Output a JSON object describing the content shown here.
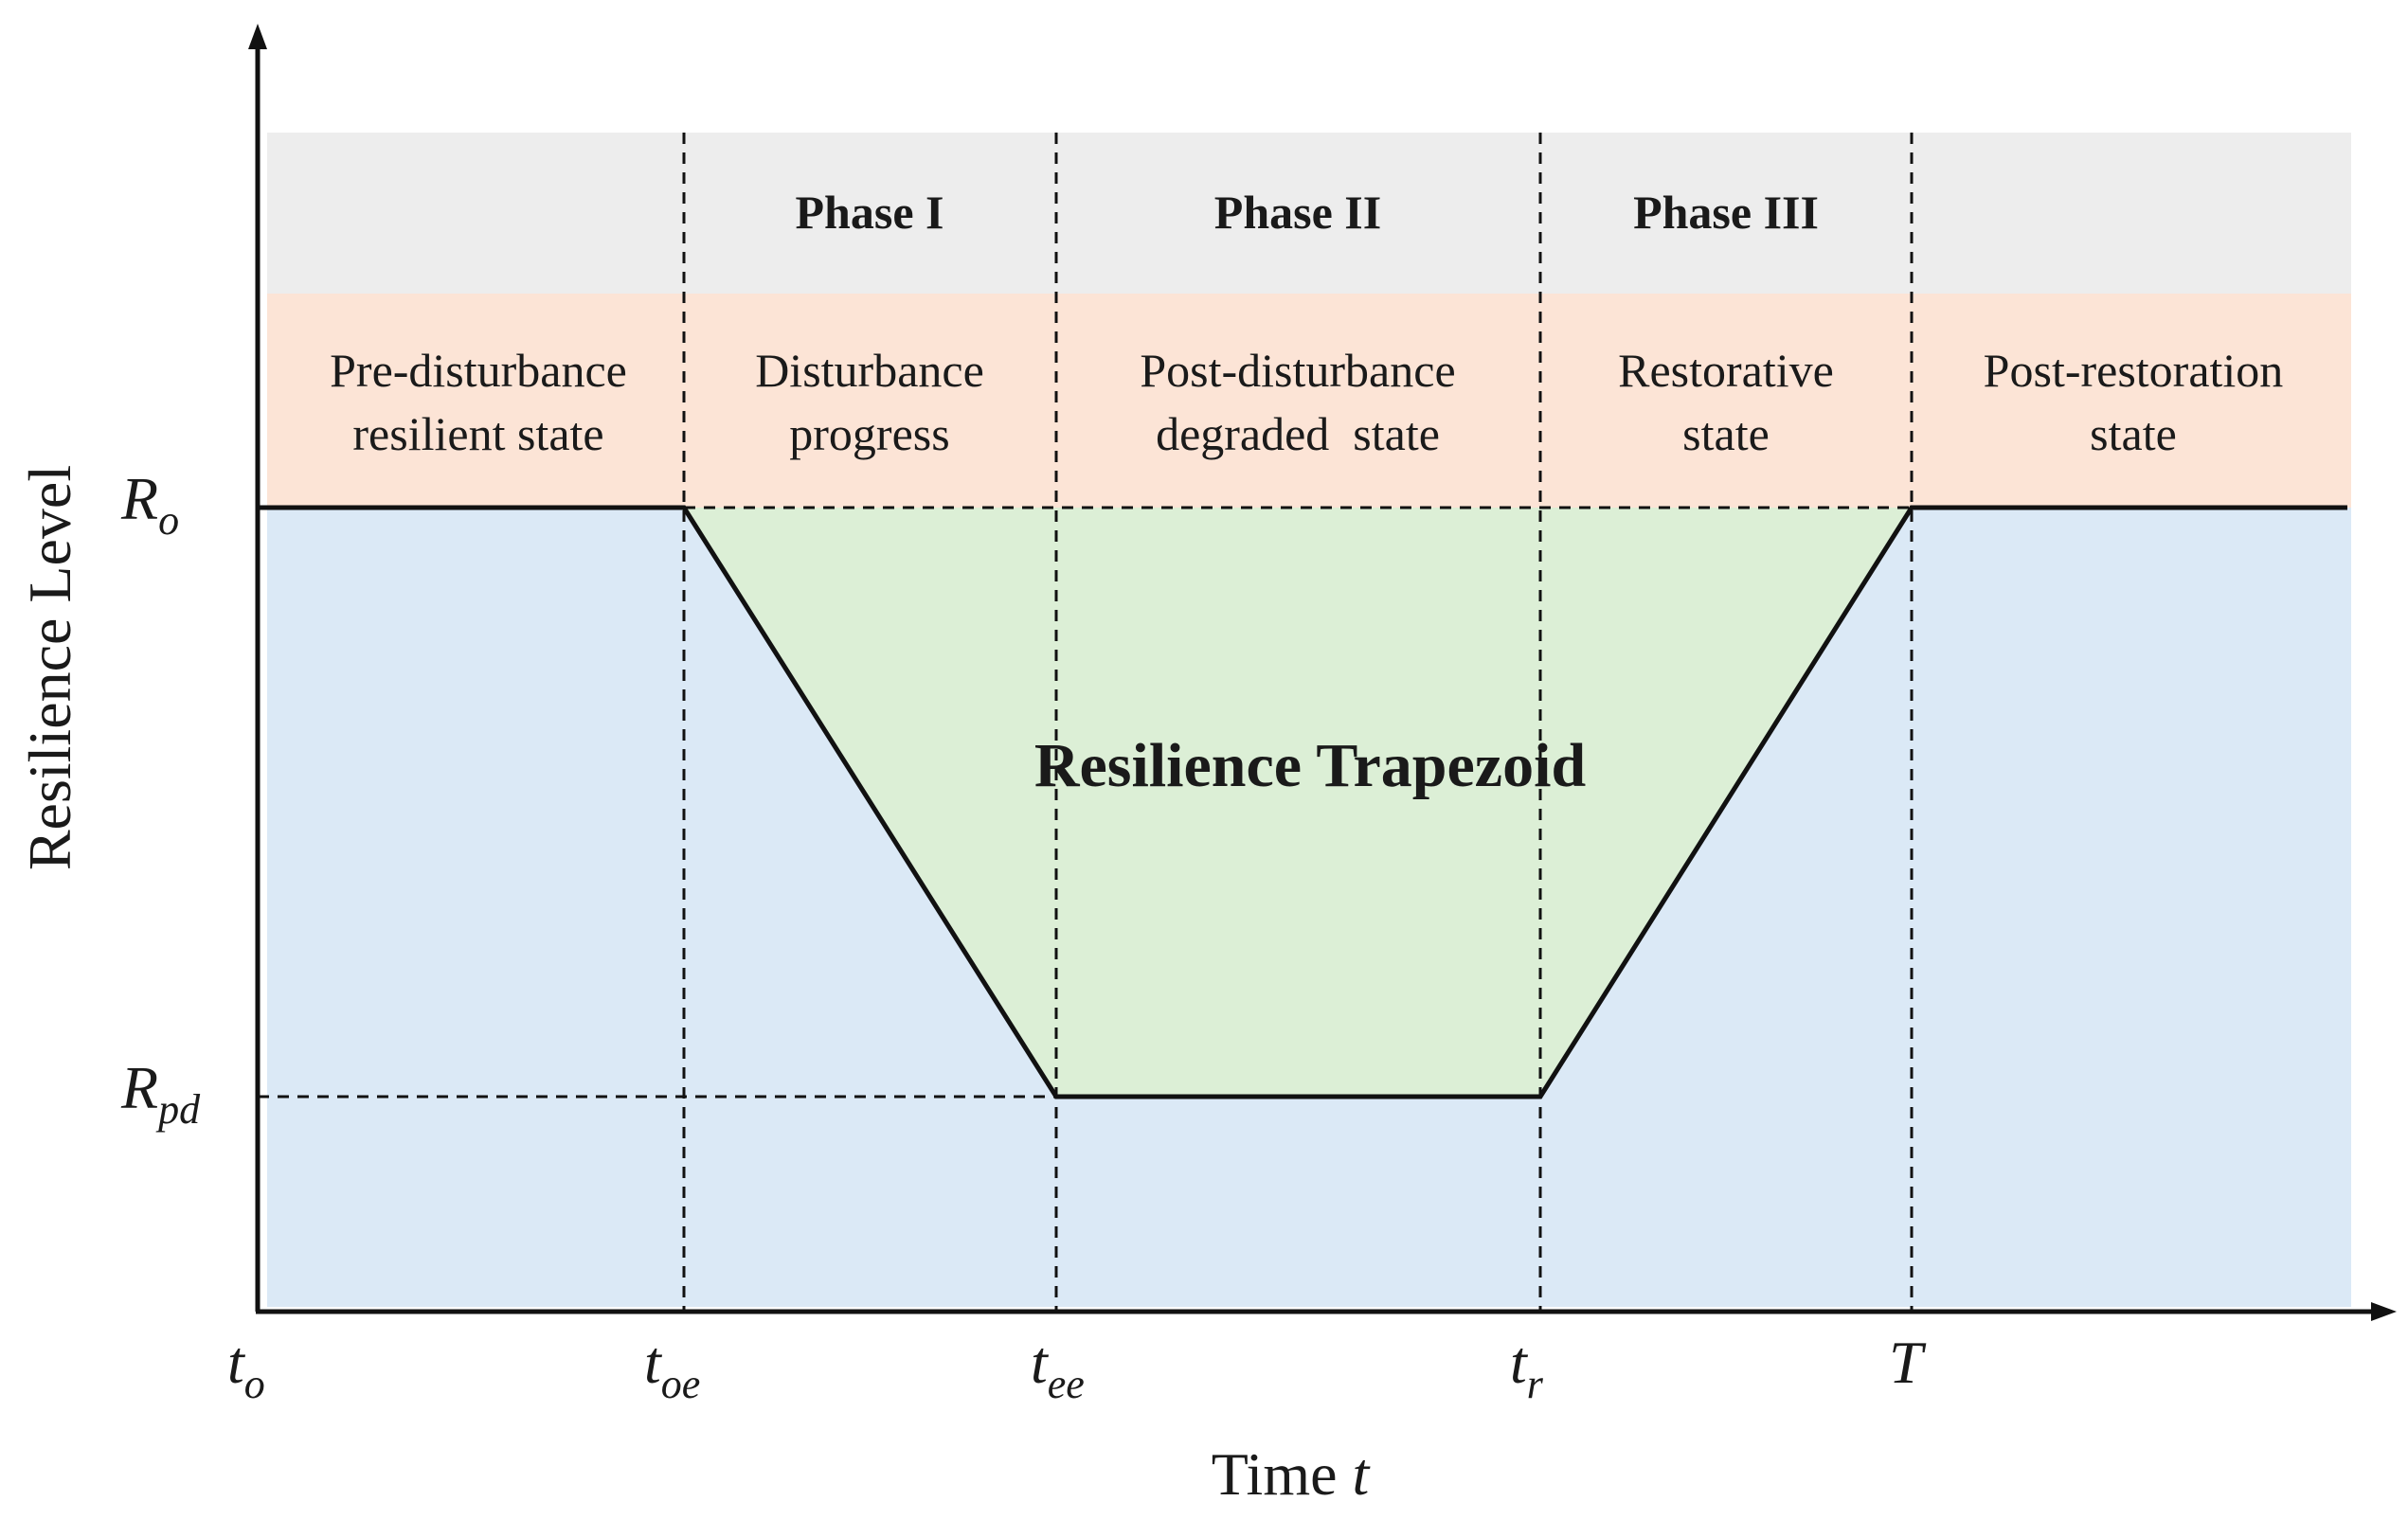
{
  "diagram": {
    "axes": {
      "y_label": "Resilience Level",
      "x_label_main": "Time ",
      "x_label_var": "t"
    },
    "phases": [
      {
        "label": "Phase I"
      },
      {
        "label": "Phase II"
      },
      {
        "label": "Phase III"
      }
    ],
    "states": [
      {
        "line1": "Pre-disturbance",
        "line2": "resilient state"
      },
      {
        "line1": "Disturbance",
        "line2": "progress"
      },
      {
        "line1": "Post-disturbance",
        "line2": "degraded  state"
      },
      {
        "line1": "Restorative",
        "line2": "state"
      },
      {
        "line1": "Post-restoration",
        "line2": "state"
      }
    ],
    "y_ticks": [
      {
        "base": "R",
        "sub": "o"
      },
      {
        "base": "R",
        "sub": "pd"
      }
    ],
    "x_ticks": [
      {
        "base": "t",
        "sub": "o"
      },
      {
        "base": "t",
        "sub": "oe"
      },
      {
        "base": "t",
        "sub": "ee"
      },
      {
        "base": "t",
        "sub": "r"
      },
      {
        "base": "T",
        "sub": ""
      }
    ],
    "trapezoid_label": "Resilience Trapezoid",
    "colors": {
      "phase_band": "#ededed",
      "state_band": "#fce4d6",
      "area_blue": "#dbe9f6",
      "trapezoid_green": "#dcefd6",
      "line": "#111111"
    }
  }
}
